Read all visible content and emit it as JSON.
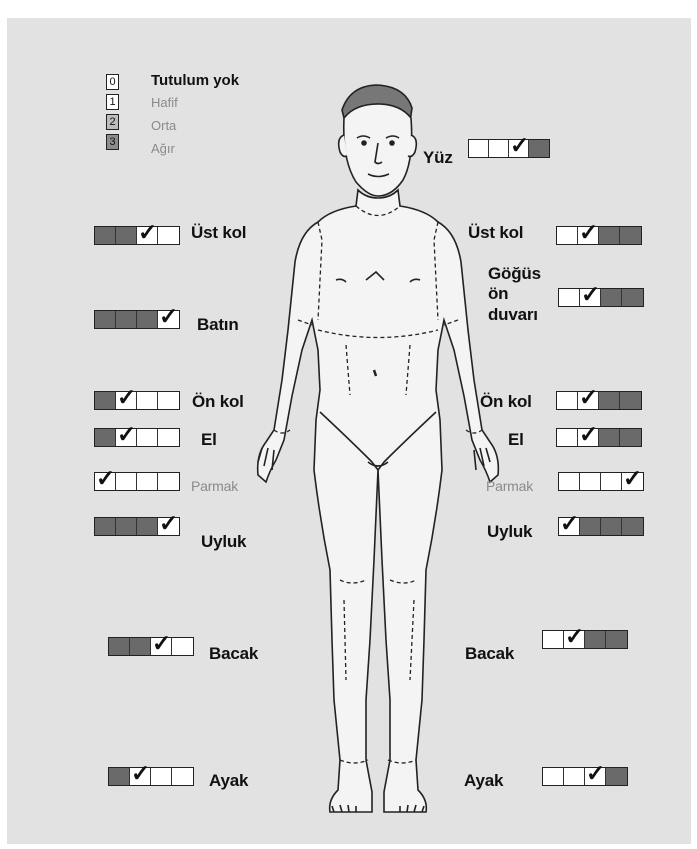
{
  "legend": [
    {
      "num": "0",
      "label": "Tutulum yok"
    },
    {
      "num": "1",
      "label": "Hafif"
    },
    {
      "num": "2",
      "label": "Orta"
    },
    {
      "num": "3",
      "label": "Ağır"
    }
  ],
  "regions": [
    {
      "id": "yuz",
      "label": "Yüz",
      "side": "right",
      "score": 2
    },
    {
      "id": "ust-kol-l",
      "label": "Üst kol",
      "side": "left",
      "score": 2
    },
    {
      "id": "ust-kol-r",
      "label": "Üst kol",
      "side": "right",
      "score": 1
    },
    {
      "id": "gogus",
      "label": "Göğüs\nön\nduvarı",
      "side": "right",
      "score": 1
    },
    {
      "id": "batin",
      "label": "Batın",
      "side": "left",
      "score": 3
    },
    {
      "id": "on-kol-l",
      "label": "Ön kol",
      "side": "left",
      "score": 1
    },
    {
      "id": "on-kol-r",
      "label": "Ön kol",
      "side": "right",
      "score": 1
    },
    {
      "id": "el-l",
      "label": "El",
      "side": "left",
      "score": 1
    },
    {
      "id": "el-r",
      "label": "El",
      "side": "right",
      "score": 1
    },
    {
      "id": "parmak-l",
      "label": "Parmak",
      "side": "left",
      "score": 0
    },
    {
      "id": "parmak-r",
      "label": "Parmak",
      "side": "right",
      "score": 3
    },
    {
      "id": "uyluk-l",
      "label": "Uyluk",
      "side": "left",
      "score": 3
    },
    {
      "id": "uyluk-r",
      "label": "Uyluk",
      "side": "right",
      "score": 0
    },
    {
      "id": "bacak-l",
      "label": "Bacak",
      "side": "left",
      "score": 2
    },
    {
      "id": "bacak-r",
      "label": "Bacak",
      "side": "right",
      "score": 1
    },
    {
      "id": "ayak-l",
      "label": "Ayak",
      "side": "left",
      "score": 1
    },
    {
      "id": "ayak-r",
      "label": "Ayak",
      "side": "right",
      "score": 2
    }
  ],
  "colors": {
    "panel": "#e2e2e2",
    "filled": "#6a6a6a",
    "empty": "#ffffff",
    "mid": "#a8a8a8",
    "outline": "#222222"
  }
}
